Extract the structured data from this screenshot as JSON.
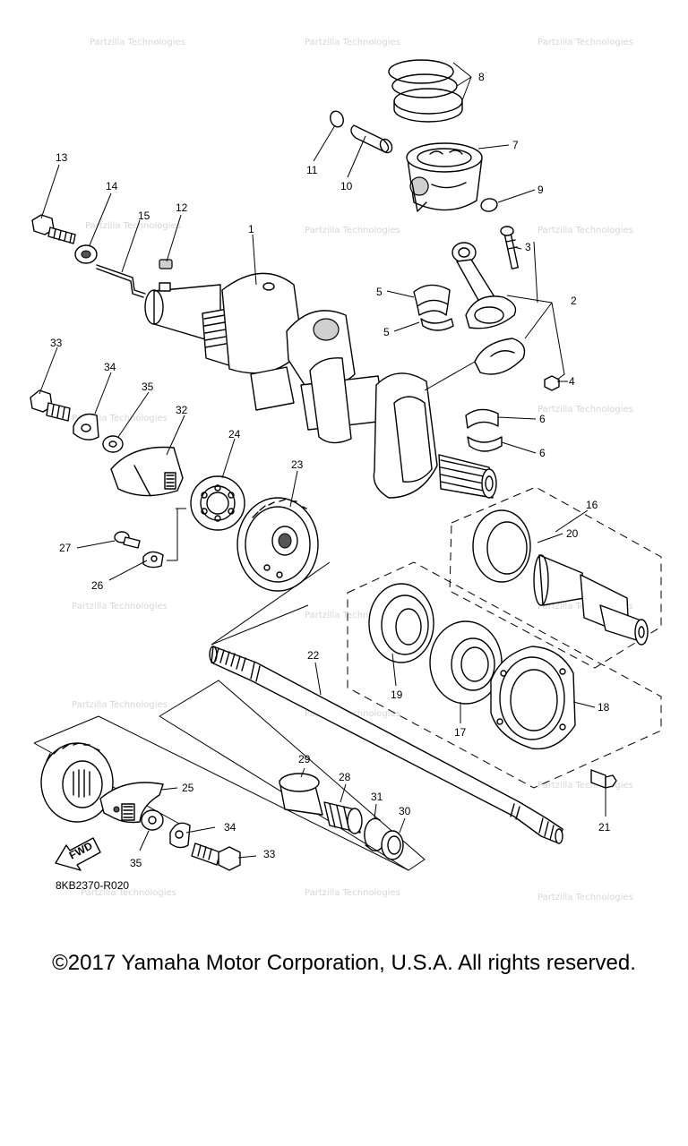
{
  "diagram": {
    "title": "",
    "code": "8KB2370-R020",
    "fwd_label": "FWD",
    "watermark": "Partzilla Technologies"
  },
  "parts": [
    {
      "id": "1",
      "label": "1"
    },
    {
      "id": "2",
      "label": "2"
    },
    {
      "id": "3",
      "label": "3"
    },
    {
      "id": "4",
      "label": "4"
    },
    {
      "id": "5a",
      "label": "5"
    },
    {
      "id": "5b",
      "label": "5"
    },
    {
      "id": "6a",
      "label": "6"
    },
    {
      "id": "6b",
      "label": "6"
    },
    {
      "id": "7",
      "label": "7"
    },
    {
      "id": "8",
      "label": "8"
    },
    {
      "id": "9",
      "label": "9"
    },
    {
      "id": "10",
      "label": "10"
    },
    {
      "id": "11",
      "label": "11"
    },
    {
      "id": "12",
      "label": "12"
    },
    {
      "id": "13",
      "label": "13"
    },
    {
      "id": "14",
      "label": "14"
    },
    {
      "id": "15",
      "label": "15"
    },
    {
      "id": "16",
      "label": "16"
    },
    {
      "id": "17",
      "label": "17"
    },
    {
      "id": "18",
      "label": "18"
    },
    {
      "id": "19",
      "label": "19"
    },
    {
      "id": "20",
      "label": "20"
    },
    {
      "id": "21",
      "label": "21"
    },
    {
      "id": "22",
      "label": "22"
    },
    {
      "id": "23",
      "label": "23"
    },
    {
      "id": "24",
      "label": "24"
    },
    {
      "id": "25",
      "label": "25"
    },
    {
      "id": "26",
      "label": "26"
    },
    {
      "id": "27",
      "label": "27"
    },
    {
      "id": "28",
      "label": "28"
    },
    {
      "id": "29",
      "label": "29"
    },
    {
      "id": "30",
      "label": "30"
    },
    {
      "id": "31",
      "label": "31"
    },
    {
      "id": "32",
      "label": "32"
    },
    {
      "id": "33a",
      "label": "33"
    },
    {
      "id": "33b",
      "label": "33"
    },
    {
      "id": "34a",
      "label": "34"
    },
    {
      "id": "34b",
      "label": "34"
    },
    {
      "id": "35a",
      "label": "35"
    },
    {
      "id": "35b",
      "label": "35"
    }
  ],
  "footer": {
    "copyright": "©2017 Yamaha Motor Corporation, U.S.A. All rights reserved."
  }
}
